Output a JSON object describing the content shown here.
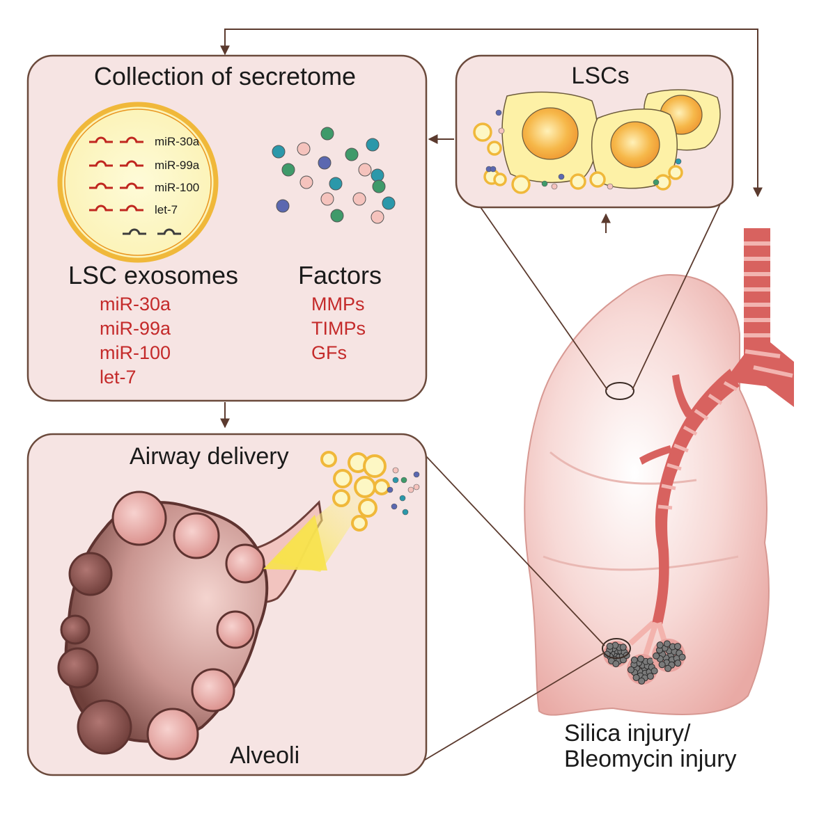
{
  "secretome_panel": {
    "title": "Collection of secretome",
    "exosome_mirnas": [
      "miR-30a",
      "miR-99a",
      "miR-100",
      "let-7"
    ],
    "exosomes_heading": "LSC exosomes",
    "exosome_list": [
      "miR-30a",
      "miR-99a",
      "miR-100",
      "let-7"
    ],
    "factors_heading": "Factors",
    "factor_list": [
      "MMPs",
      "TIMPs",
      "GFs"
    ]
  },
  "lsc_panel": {
    "title": "LSCs"
  },
  "delivery_panel": {
    "title": "Airway delivery",
    "alveoli_label": "Alveoli"
  },
  "injury_label": {
    "line1": "Silica injury/",
    "line2": "Bleomycin injury"
  },
  "colors": {
    "panel_fill": "#f6e4e3",
    "panel_stroke": "#6b4a3c",
    "red_text": "#c42a2a",
    "mirna_red": "#c0261f",
    "exosome_ring": "#f0b83a",
    "cell_fill": "#fdf1a6",
    "nucleus": "#f3a23c",
    "lung_pink": "#f0c4c0",
    "trachea_red": "#d8625f",
    "alveoli_dark": "#7b4a45"
  }
}
